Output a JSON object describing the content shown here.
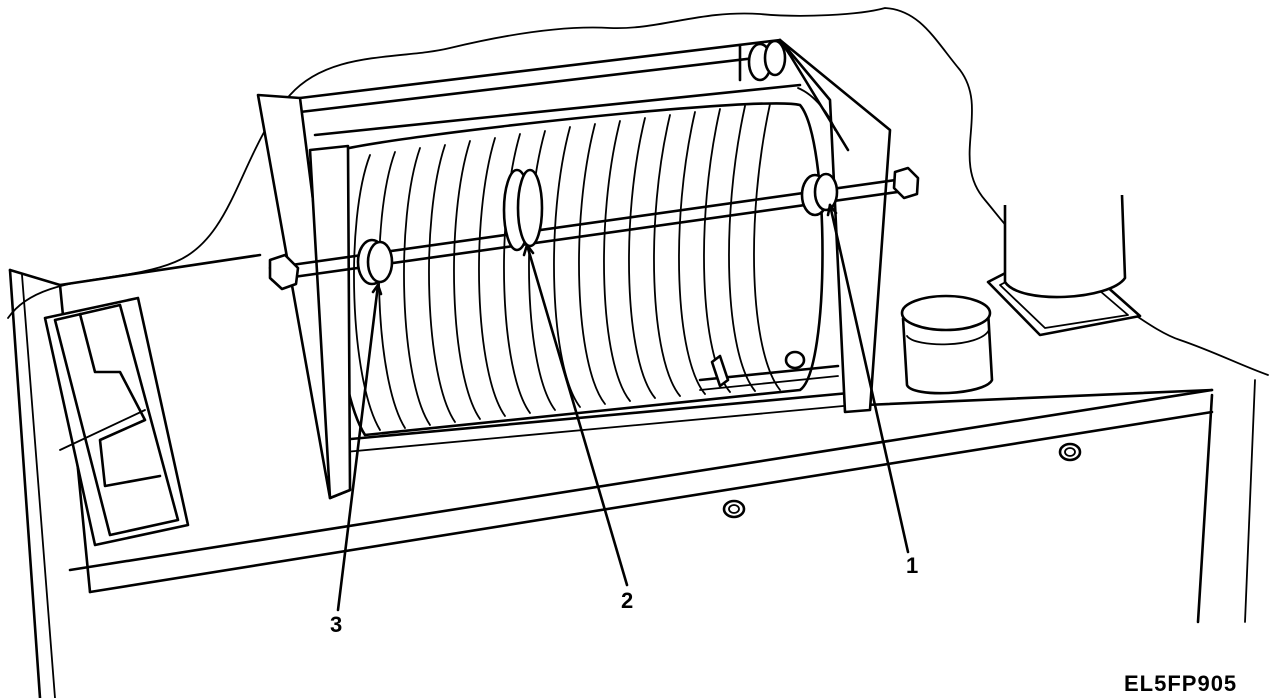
{
  "figure": {
    "callouts": [
      {
        "id": "1",
        "label": "1"
      },
      {
        "id": "2",
        "label": "2"
      },
      {
        "id": "3",
        "label": "3"
      }
    ],
    "code": "EL5FP905"
  }
}
